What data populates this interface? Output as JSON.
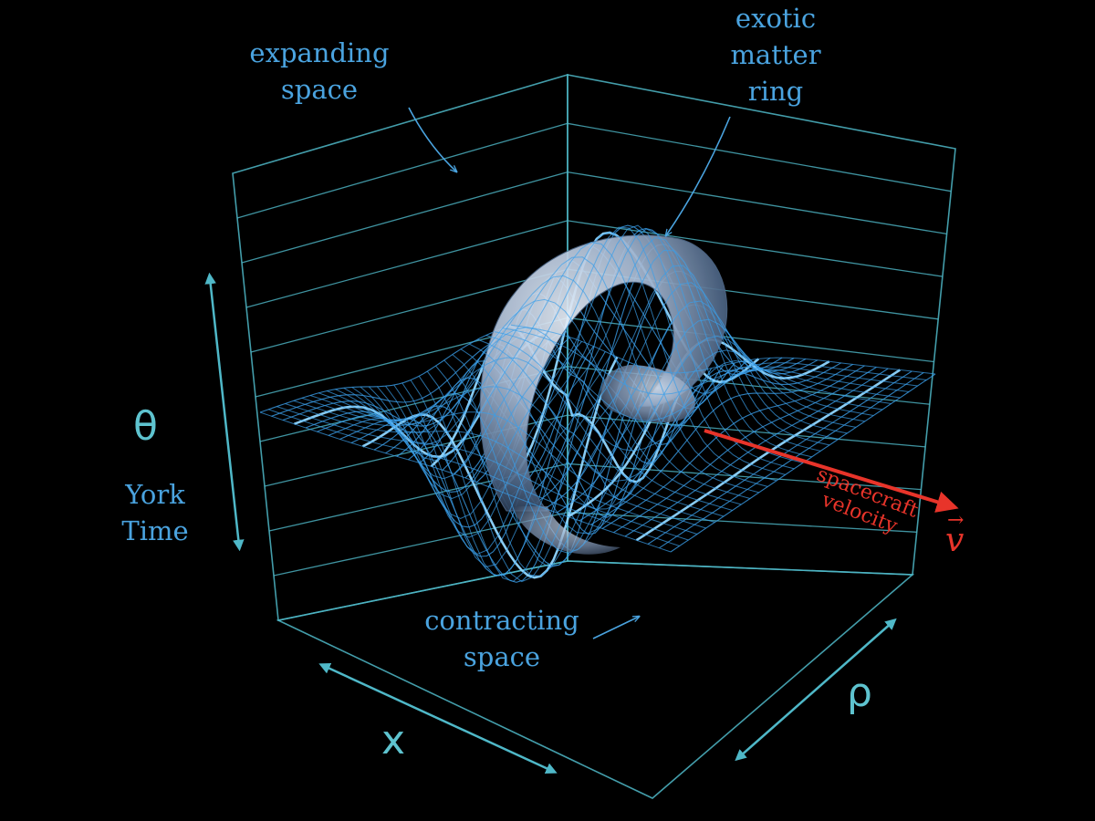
{
  "labels": {
    "expanding_space": [
      "expanding",
      "space"
    ],
    "exotic_matter_ring": [
      "exotic",
      "matter",
      "ring"
    ],
    "contracting_space": [
      "contracting",
      "space"
    ],
    "york_time": [
      "York",
      "Time"
    ],
    "theta": "θ",
    "x": "x",
    "rho": "ρ",
    "spacecraft_velocity": [
      "spacecraft",
      "velocity"
    ],
    "velocity_vector": "v"
  },
  "colors": {
    "background": "#000000",
    "box": "#4fb8c8",
    "mesh": "#3a9ee8",
    "mesh_highlight": "#8fd6ff",
    "ring": "#9ab4d4",
    "annotation": "#4aa3df",
    "axis": "#5ec3cf",
    "velocity": "#e8342a"
  }
}
